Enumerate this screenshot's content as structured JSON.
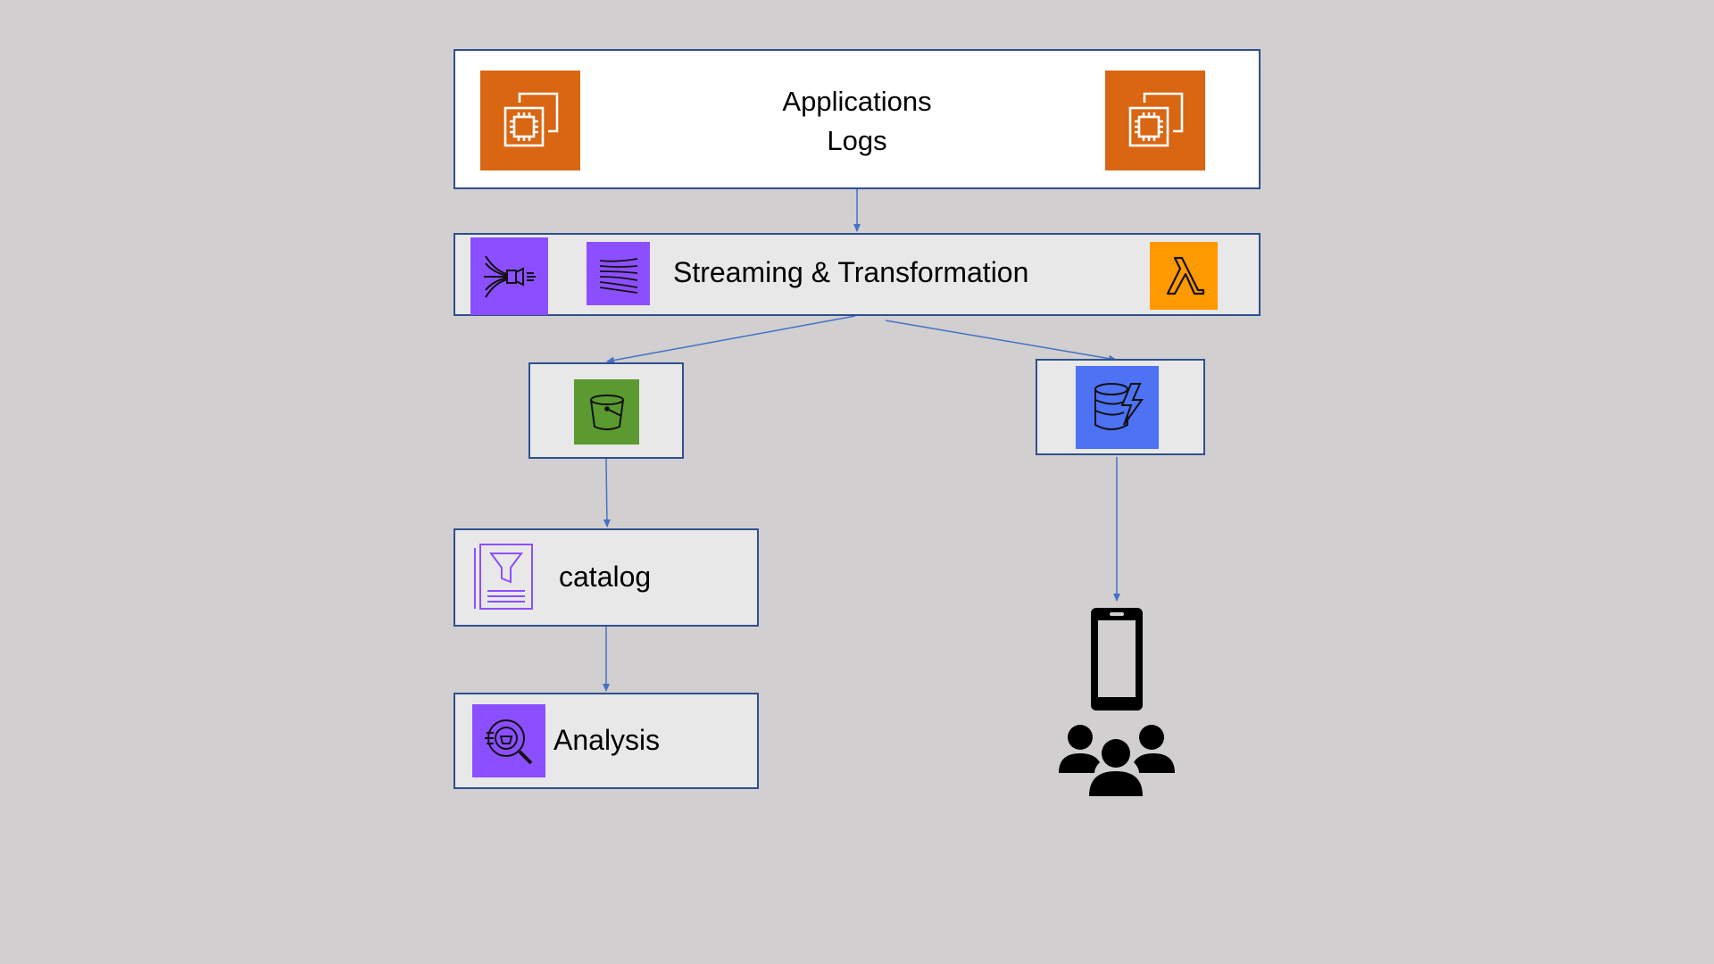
{
  "nodes": {
    "applications": {
      "line1": "Applications",
      "line2": "Logs",
      "icons": [
        "ec2-icon",
        "ec2-icon"
      ]
    },
    "streaming": {
      "label": "Streaming & Transformation",
      "icons": [
        "kinesis-firehose-icon",
        "kinesis-data-streams-icon",
        "lambda-icon"
      ]
    },
    "storage": {
      "icons": [
        "s3-bucket-icon"
      ]
    },
    "database": {
      "icons": [
        "dynamodb-icon"
      ]
    },
    "catalog": {
      "label": "catalog",
      "icons": [
        "glue-catalog-icon"
      ]
    },
    "analysis": {
      "label": "Analysis",
      "icons": [
        "athena-icon"
      ]
    },
    "consumers": {
      "icons": [
        "mobile-phone-icon",
        "users-group-icon"
      ]
    }
  },
  "colors": {
    "background": "#d1cfd0",
    "ec2": "#d86613",
    "analytics": "#8c4fff",
    "lambda": "#f90",
    "s3": "#5a9a30",
    "dynamodb": "#4d72f3",
    "border": "#2f4f8f",
    "connector": "#4472c4"
  }
}
